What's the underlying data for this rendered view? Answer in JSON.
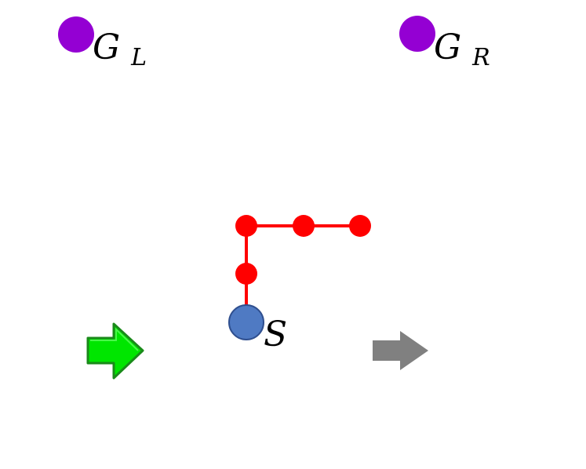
{
  "labels": {
    "goal_left": {
      "main": "G",
      "sub": "L"
    },
    "goal_right": {
      "main": "G",
      "sub": "R"
    },
    "start": "S"
  },
  "colors": {
    "goal": "#9400d3",
    "path": "#ff0000",
    "start_fill": "#4f7ac3",
    "start_stroke": "#2f4f8f",
    "arrow_green": "#00e600",
    "arrow_green_stroke": "#1a8a1a",
    "arrow_gray": "#808080"
  },
  "icons": {
    "left_arrow": "green-right-arrow-icon",
    "right_arrow": "gray-right-arrow-icon"
  }
}
